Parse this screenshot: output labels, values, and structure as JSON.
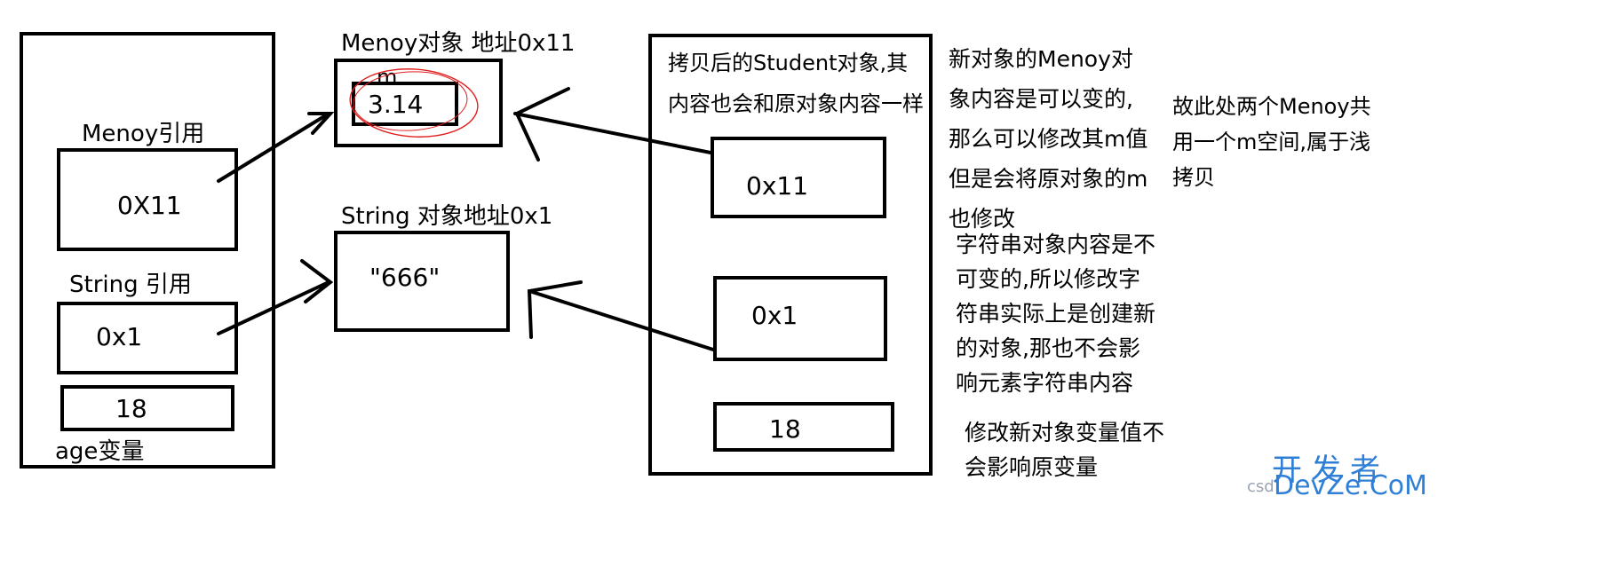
{
  "left_object": {
    "menoy_ref_label": "Menoy引用",
    "menoy_ref_value": "0X11",
    "string_ref_label": "String 引用",
    "string_ref_value": "0x1",
    "age_value": "18",
    "age_label": "age变量"
  },
  "menoy_object": {
    "title": "Menoy对象 地址0x11",
    "field_name": "m",
    "field_value": "3.14",
    "highlight_color": "#e02020"
  },
  "string_object": {
    "title": "String 对象地址0x1",
    "value": "\"666\""
  },
  "copied_object": {
    "title": "拷贝后的Student对象,其内容也会和原对象内容一样",
    "menoy_ref_value": "0x11",
    "string_ref_value": "0x1",
    "age_value": "18"
  },
  "notes": {
    "menoy_mutable": "新对象的Menoy对象内容是可以变的,那么可以修改其m值但是会将原对象的m也修改",
    "shallow_copy": "故此处两个Menoy共用一个m空间,属于浅拷贝",
    "string_immutable": "字符串对象内容是不可变的,所以修改字符串实际上是创建新的对象,那也不会影响元素字符串内容",
    "primitive_var": "修改新对象变量值不会影响原变量"
  },
  "watermark": {
    "chinese": "开发者",
    "english": "DevZe.CoM",
    "prefix": "csd"
  }
}
